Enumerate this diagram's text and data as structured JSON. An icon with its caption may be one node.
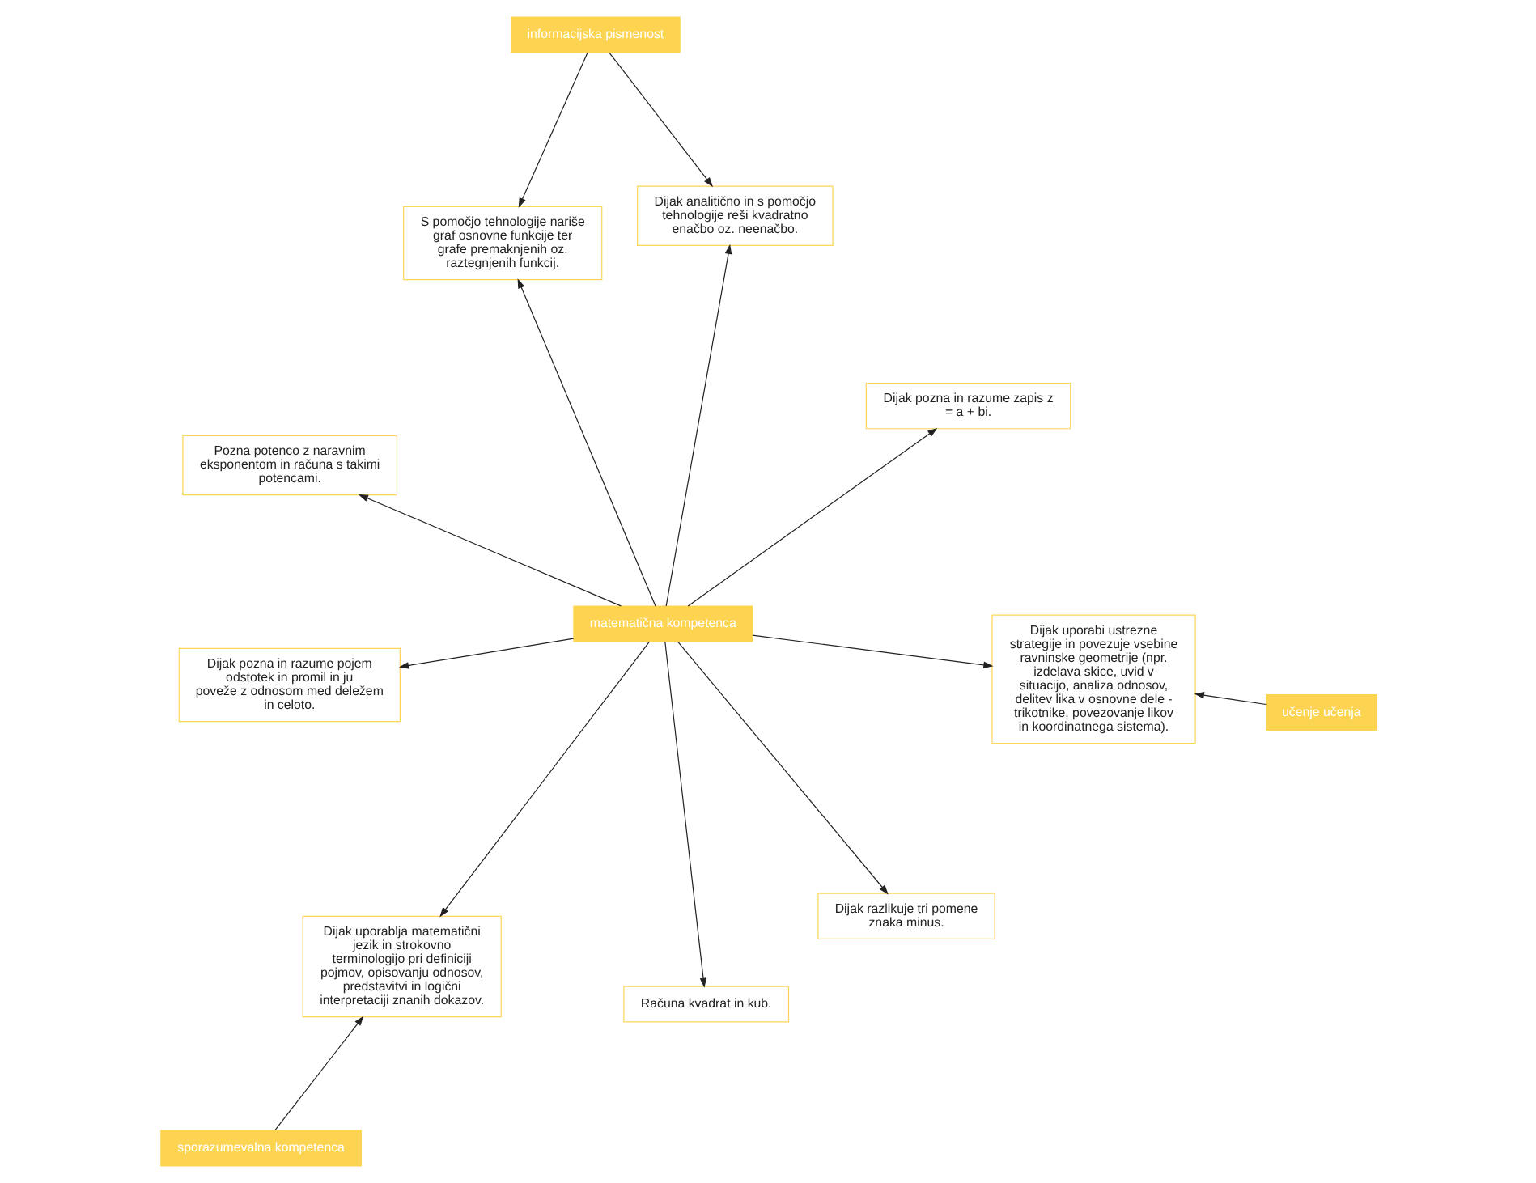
{
  "diagram": {
    "nodes": [
      {
        "text": [
          "Dijak uporabi ustrezne strategije in povezuje vsebine ravninske geometrije (npr. izdelava skice, uvid v situacijo, analiza odnosov, delitev lika v osnovne dele - trikotnike, povezovanje likov in koordinatnega sistema)."
        ]
      },
      {
        "text": [
          "Dijak pozna in razume pojem odstotek in promil in ju poveže z odnosom med deležem in celoto."
        ]
      },
      {
        "text": [
          "sporazumevalna kompetenca"
        ]
      },
      {
        "text": [
          "učenje učenja"
        ]
      },
      {
        "text": [
          "Dijak uporablja matematični jezik in strokovno terminologijo pri definiciji pojmov, opisovanju odnosov, predstavitvi in logični interpretaciji znanih dokazov."
        ]
      },
      {
        "text": [
          "Dijak analitično in s pomočjo tehnologije reši kvadratno enačbo oz. neenačbo."
        ]
      },
      {
        "text": [
          "matematična kompetenca"
        ]
      },
      {
        "text": [
          "Dijak pozna in razume zapis z = a + bi."
        ]
      },
      {
        "text": [
          "informacijska pismenost"
        ]
      },
      {
        "text": [
          "Računa kvadrat in kub."
        ]
      },
      {
        "text": [
          "S pomočjo tehnologije nariše graf osnovne funkcije ter grafe premaknjenih oz. raztegnjenih funkcij."
        ]
      },
      {
        "text": [
          "Pozna potenco z naravnim eksponentom in računa s takimi potencami."
        ]
      },
      {
        "text": [
          "Dijak razlikuje tri pomene znaka minus."
        ]
      }
    ],
    "edges": [
      {
        "from": 6,
        "to": 0,
        "arrow": "to"
      },
      {
        "from": 6,
        "to": 1,
        "arrow": "to"
      },
      {
        "from": 6,
        "to": 4,
        "arrow": "to"
      },
      {
        "from": 6,
        "to": 5,
        "arrow": "to"
      },
      {
        "from": 6,
        "to": 7,
        "arrow": "to"
      },
      {
        "from": 6,
        "to": 9,
        "arrow": "to"
      },
      {
        "from": 6,
        "to": 10,
        "arrow": "to"
      },
      {
        "from": 6,
        "to": 11,
        "arrow": "to"
      },
      {
        "from": 6,
        "to": 12,
        "arrow": "to"
      },
      {
        "from": 3,
        "to": 0,
        "arrow": "to"
      },
      {
        "from": 2,
        "to": 4,
        "arrow": "to"
      },
      {
        "from": 8,
        "to": 5,
        "arrow": "to"
      },
      {
        "from": 8,
        "to": 10,
        "arrow": "to"
      }
    ]
  }
}
